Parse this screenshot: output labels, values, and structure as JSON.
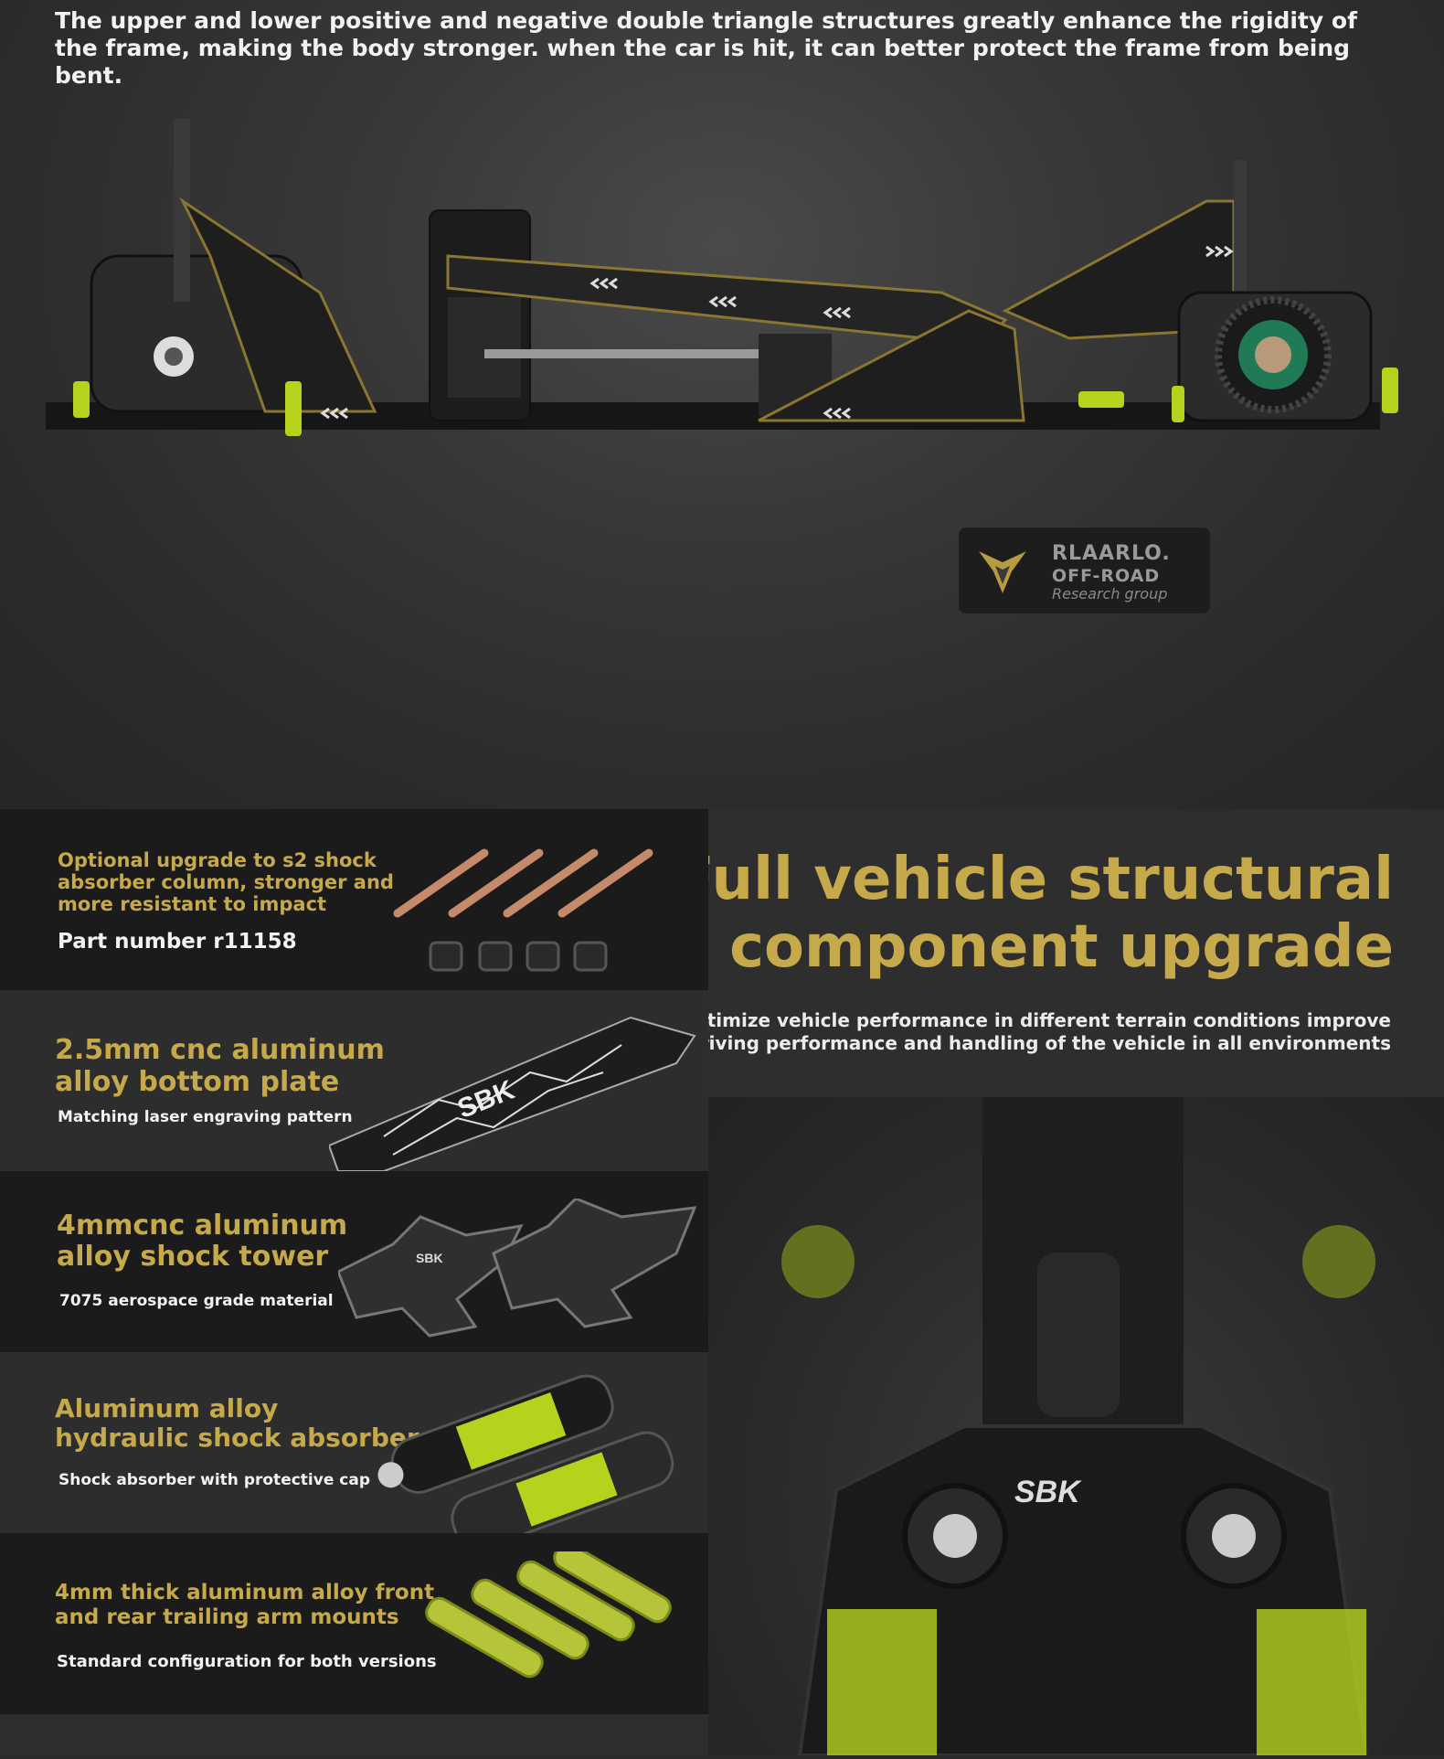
{
  "header": {
    "headline": "The upper and lower positive and negative double triangle structures greatly enhance the rigidity of the frame, making the body stronger. when the car is hit, it can better protect the frame from being bent."
  },
  "logo": {
    "line1": "RLAARLO.",
    "line2": "OFF-ROAD",
    "line3": "Research group"
  },
  "feature": {
    "title_line1": "Full vehicle structural",
    "title_line2": "component upgrade",
    "subtitle_line1": "Optimize vehicle performance in different terrain conditions improve",
    "subtitle_line2": "driving performance and handling of the vehicle in all environments"
  },
  "panels": [
    {
      "title_line1": "Optional upgrade to s2 shock",
      "title_line2": "absorber column, stronger and",
      "title_line3": "more resistant to impact",
      "detail": "Part number r11158"
    },
    {
      "title_line1": "2.5mm cnc aluminum",
      "title_line2": "alloy bottom plate",
      "detail": "Matching laser engraving pattern"
    },
    {
      "title_line1": "4mmcnc aluminum",
      "title_line2": "alloy shock tower",
      "detail": "7075 aerospace grade material"
    },
    {
      "title_line1": "Aluminum alloy",
      "title_line2": "hydraulic shock absorber",
      "detail": "Shock absorber with protective cap"
    },
    {
      "title_line1": "4mm thick aluminum alloy front",
      "title_line2": "and rear trailing arm mounts",
      "detail": "Standard configuration for both versions"
    }
  ],
  "colors": {
    "gold": "#c6a94a",
    "lime": "#b6d21d",
    "dark": "#1b1b1b"
  }
}
